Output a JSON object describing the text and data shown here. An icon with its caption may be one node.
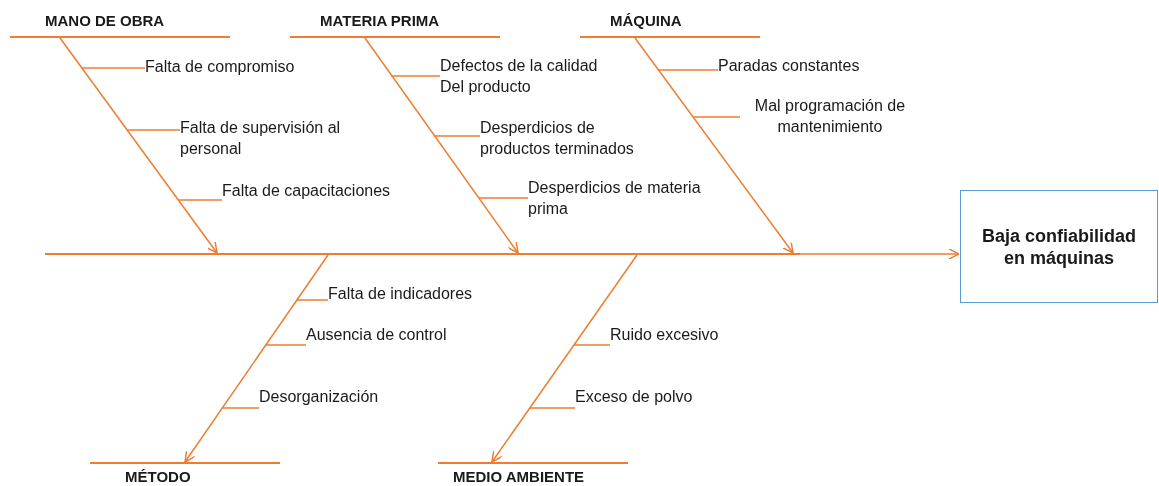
{
  "diagram": {
    "nodes": [
      {
        "text": [
          "MANO DE OBRA"
        ]
      },
      {
        "text": [
          "Falta de compromiso"
        ]
      },
      {
        "text": [
          "Falta de supervisión al personal"
        ]
      },
      {
        "text": [
          "Falta de capacitaciones"
        ]
      },
      {
        "text": [
          "MATERIA PRIMA"
        ]
      },
      {
        "text": [
          "Defectos de la calidad Del producto"
        ]
      },
      {
        "text": [
          "Desperdicios de productos terminados"
        ]
      },
      {
        "text": [
          "Desperdicios de materia prima"
        ]
      },
      {
        "text": [
          "MÁQUINA"
        ]
      },
      {
        "text": [
          "Paradas constantes"
        ]
      },
      {
        "text": [
          "Mal programación de mantenimiento"
        ]
      },
      {
        "text": [
          "Baja confiabilidad en máquinas"
        ]
      },
      {
        "text": [
          "Falta de indicadores"
        ]
      },
      {
        "text": [
          "Ausencia de control"
        ]
      },
      {
        "text": [
          "Desorganización"
        ]
      },
      {
        "text": [
          "Ruido excesivo"
        ]
      },
      {
        "text": [
          "Exceso de polvo"
        ]
      },
      {
        "text": [
          "MÉTODO"
        ]
      },
      {
        "text": [
          "MEDIO AMBIENTE"
        ]
      },
      {
        "text": [],
        "shape": "bar"
      }
    ],
    "edges": [
      {
        "from": 19,
        "to": 11,
        "arrow": "to"
      },
      {
        "from": 0,
        "to": 19,
        "arrow": "to"
      },
      {
        "from": 4,
        "to": 19,
        "arrow": "to"
      },
      {
        "from": 8,
        "to": 19,
        "arrow": "to"
      },
      {
        "from": 19,
        "to": 17,
        "arrow": "to"
      },
      {
        "from": 19,
        "to": 18,
        "arrow": "to"
      },
      {
        "from": 1,
        "to": null,
        "arrow": "none"
      },
      {
        "from": 2,
        "to": null,
        "arrow": "none"
      },
      {
        "from": 3,
        "to": null,
        "arrow": "none"
      },
      {
        "from": 5,
        "to": null,
        "arrow": "none"
      },
      {
        "from": 6,
        "to": null,
        "arrow": "none"
      },
      {
        "from": 7,
        "to": null,
        "arrow": "none"
      },
      {
        "from": 9,
        "to": null,
        "arrow": "none"
      },
      {
        "from": 10,
        "to": null,
        "arrow": "none"
      },
      {
        "from": 12,
        "to": null,
        "arrow": "none"
      },
      {
        "from": 13,
        "to": null,
        "arrow": "none"
      },
      {
        "from": 14,
        "to": null,
        "arrow": "none"
      },
      {
        "from": 15,
        "to": null,
        "arrow": "none"
      },
      {
        "from": 16,
        "to": null,
        "arrow": "none"
      }
    ]
  }
}
